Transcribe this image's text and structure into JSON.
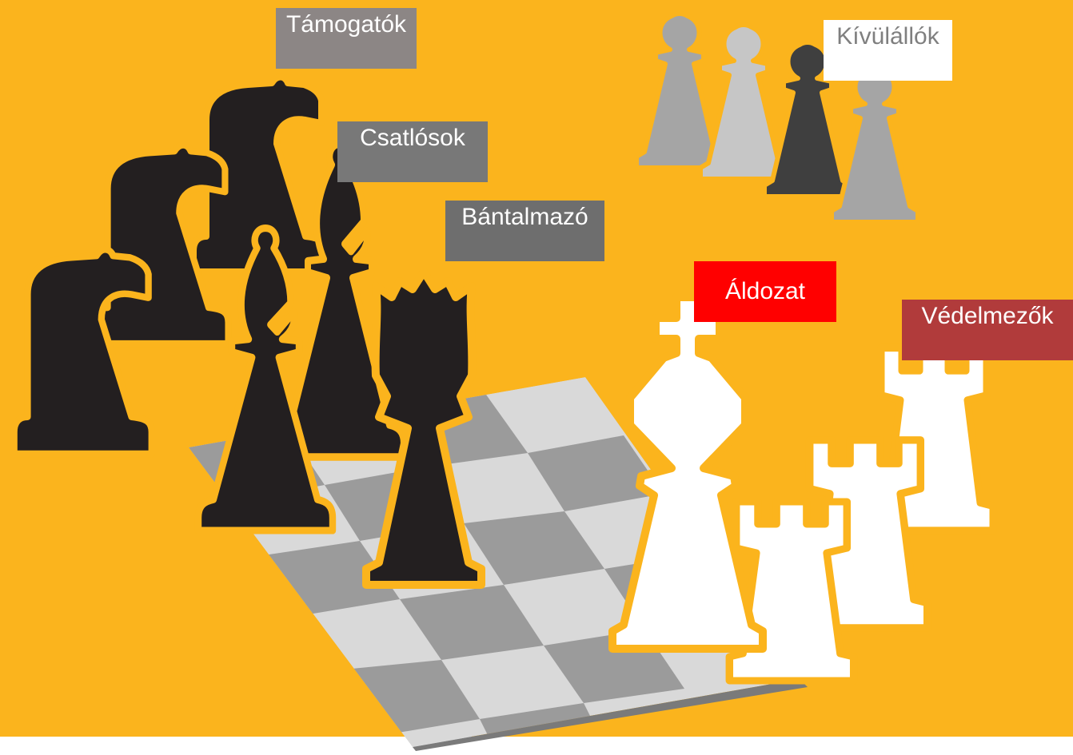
{
  "colors": {
    "background": "#FBB41D",
    "black_piece": "#231F20",
    "white_piece": "#FFFFFF",
    "board_light": "#D9D9D9",
    "board_dark": "#9B9B9B",
    "bystander_light": "#C6C6C6",
    "bystander_mid": "#A5A5A5",
    "bystander_dark": "#3F3F3F"
  },
  "roles": {
    "supporters": "Támogatók",
    "followers": "Csatlósok",
    "bully": "Bántalmazó",
    "victim": "Áldozat",
    "defenders": "Védelmezők",
    "bystanders": "Kívülállók"
  },
  "pieces": {
    "supporters": "knight-icon",
    "followers": "bishop-icon",
    "bully": "queen-icon",
    "victim": "king-icon",
    "defenders": "rook-icon",
    "bystanders": "pawn-icon"
  }
}
